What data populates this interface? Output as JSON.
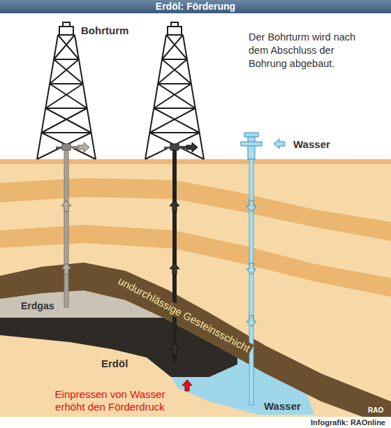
{
  "diagram": {
    "title": "Erdöl: Förderung",
    "labels": [
      "Bohrturm",
      "Der Bohrturm wird nach dem Abschluss der Bohrung abgebaut.",
      "Wasser",
      "Erdgas",
      "undurchlässige Gesteinsschicht",
      "Erdöl",
      "Einpressen von Wasser erhöht den Förderdruck",
      "Wasser",
      "RAO",
      "Infografik: RAOnline"
    ]
  }
}
